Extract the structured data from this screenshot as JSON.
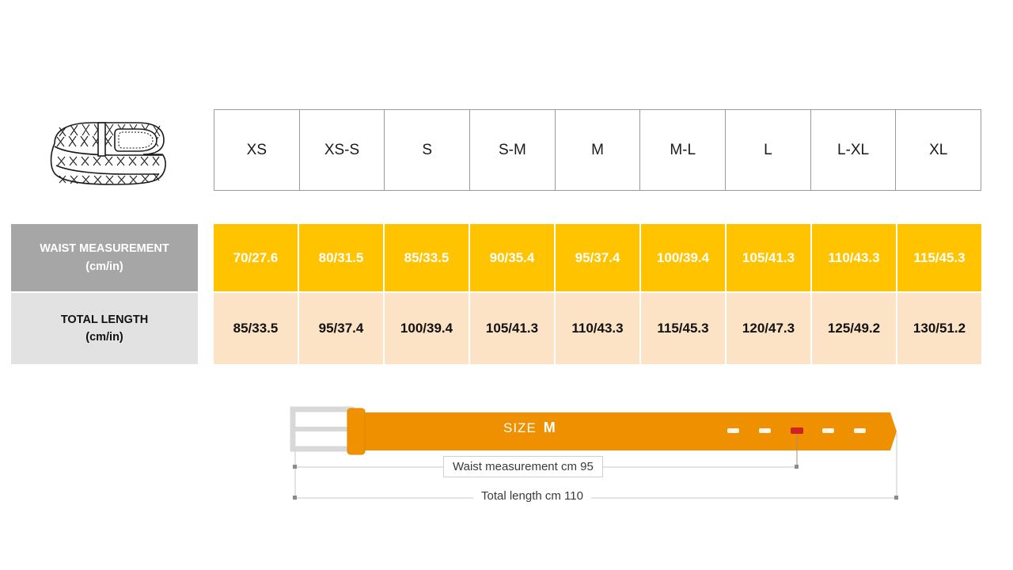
{
  "product_icon": {
    "name": "braided-belt-illustration"
  },
  "size_table": {
    "sizes": [
      "XS",
      "XS-S",
      "S",
      "S-M",
      "M",
      "M-L",
      "L",
      "L-XL",
      "XL"
    ],
    "rows": [
      {
        "key": "waist",
        "label": "WAIST MEASUREMENT",
        "unit": "(cm/in)",
        "values": [
          "70/27.6",
          "80/31.5",
          "85/33.5",
          "90/35.4",
          "95/37.4",
          "100/39.4",
          "105/41.3",
          "110/43.3",
          "115/45.3"
        ],
        "background": "#FFC300",
        "text_color": "#FFFFFF",
        "label_background": "#A6A6A6",
        "label_text_color": "#FFFFFF"
      },
      {
        "key": "total_length",
        "label": "TOTAL LENGTH",
        "unit": "(cm/in)",
        "values": [
          "85/33.5",
          "95/37.4",
          "100/39.4",
          "105/41.3",
          "110/43.3",
          "115/45.3",
          "120/47.3",
          "125/49.2",
          "130/51.2"
        ],
        "background": "#FDE3C5",
        "text_color": "#111111",
        "label_background": "#E2E2E2",
        "label_text_color": "#111111"
      }
    ]
  },
  "belt_diagram": {
    "size_prefix": "SIZE",
    "size_value": "M",
    "waist_dimension": "Waist measurement cm 95",
    "total_dimension": "Total length cm 110",
    "belt_color": "#EF9000",
    "buckle_color": "#D8D8D8",
    "active_hole_color": "#CC2222",
    "hole_count": 5,
    "active_hole_index": 3
  }
}
